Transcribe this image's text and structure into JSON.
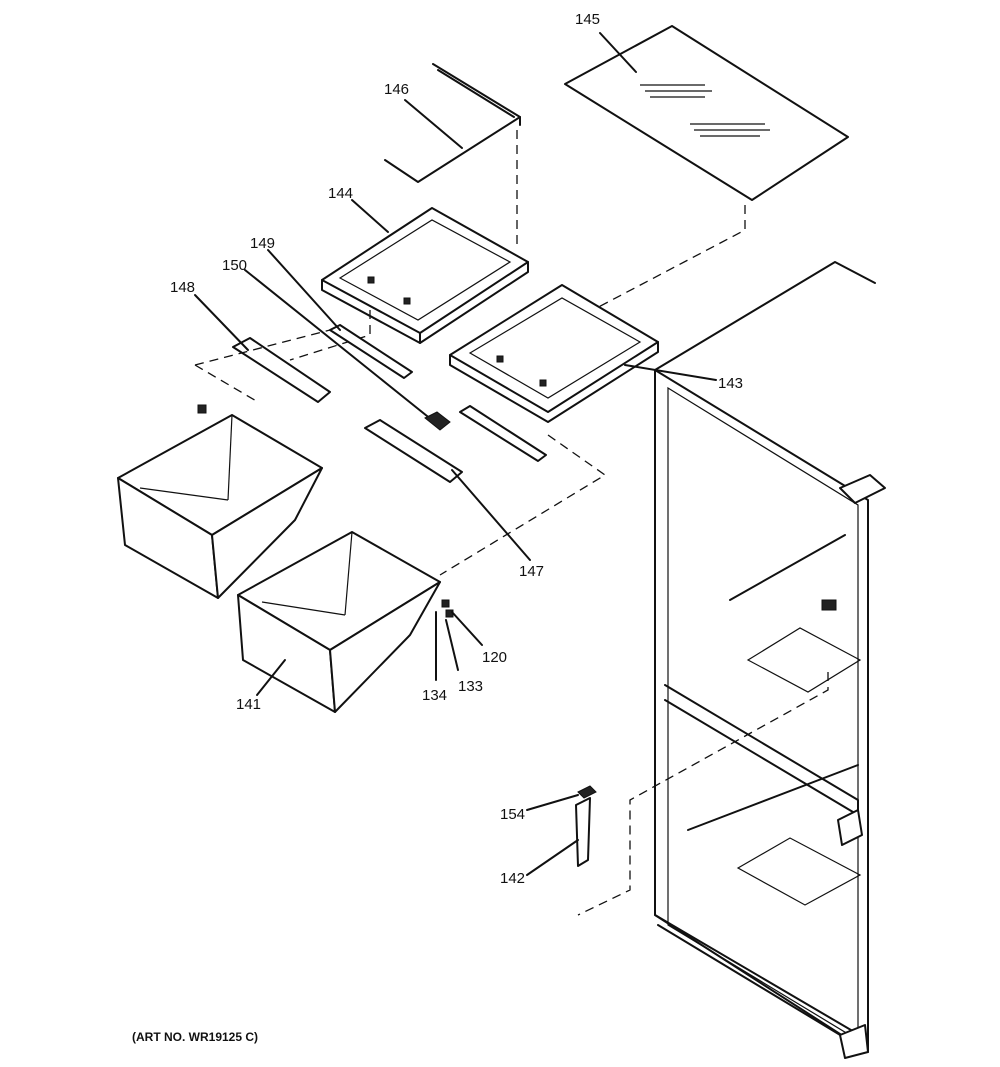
{
  "callouts": {
    "c145": "145",
    "c146": "146",
    "c144": "144",
    "c149": "149",
    "c150": "150",
    "c148": "148",
    "c143": "143",
    "c147": "147",
    "c120": "120",
    "c133": "133",
    "c134": "134",
    "c141": "141",
    "c154": "154",
    "c142": "142"
  },
  "art_number": "(ART NO. WR19125 C)"
}
